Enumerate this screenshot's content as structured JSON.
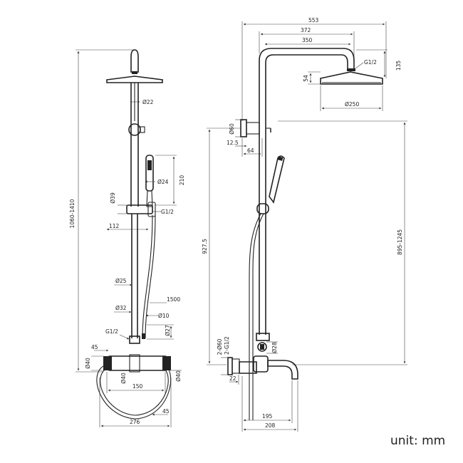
{
  "front": {
    "height_range": "1060-1410",
    "head_pipe_dia": "Ø22",
    "handset_dia": "Ø24",
    "handset_len": "210",
    "slider_dia": "Ø39",
    "thread_upper": "G1/2",
    "depth_112": "112",
    "rail_dia": "Ø25",
    "hose_len": "1500",
    "lower_pipe_dia": "Ø32",
    "hose_dia": "Ø10",
    "thread_lower": "G1/2",
    "knob_dia_small": "Ø27",
    "offset_45_top": "45",
    "body_dia_left": "Ø40",
    "body_dia_mid": "Ø40",
    "body_dia_right": "Ø40",
    "centers": "150",
    "offset_45_bottom": "45",
    "width_276": "276"
  },
  "side": {
    "overall_553": "553",
    "arm_372": "372",
    "arm_350": "350",
    "thread": "G1/2",
    "rise_135": "135",
    "head_thickness": "54",
    "head_dia": "Ø250",
    "bracket_dia": "Ø60",
    "bracket_12_5": "12.5",
    "bracket_64": "64",
    "height_927_5": "927.5",
    "height_895_1245": "895-1245",
    "flange_dia": "2-Ø60",
    "flange_thread": "2-G1/2",
    "knob_dia": "Ø28",
    "depth_22": "22",
    "spout_195": "195",
    "spout_208": "208"
  },
  "unit_label": "unit: mm"
}
